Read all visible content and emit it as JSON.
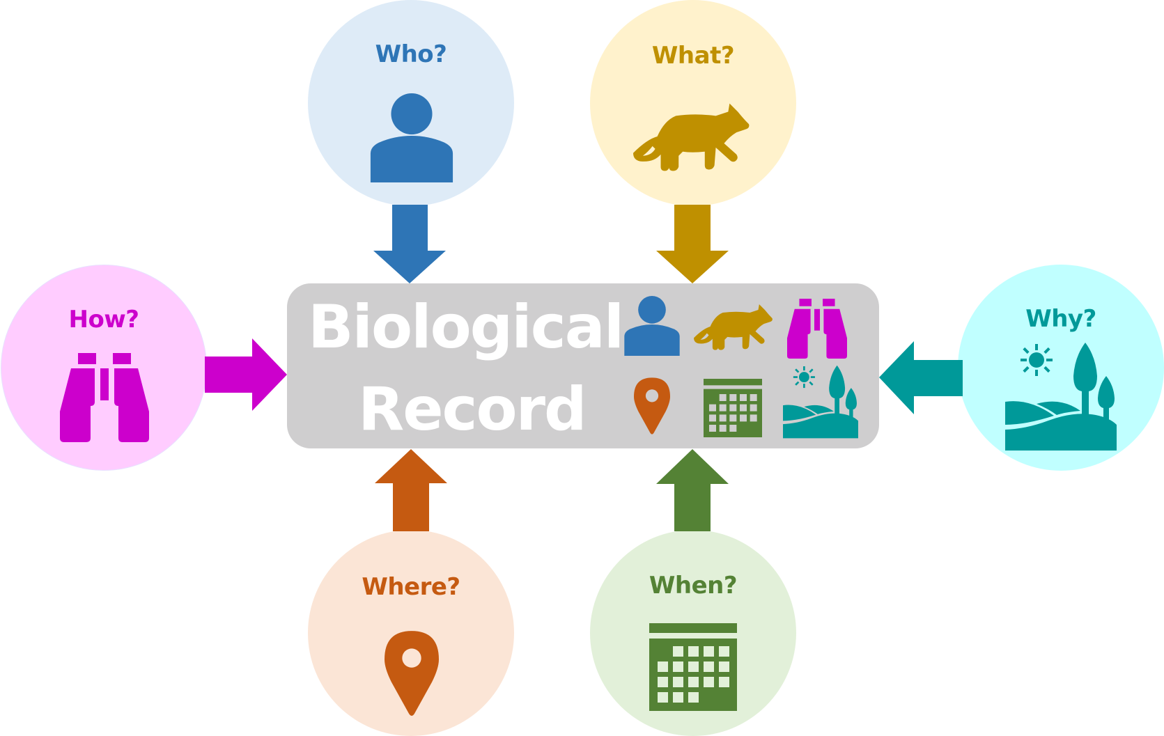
{
  "diagram": {
    "title_line1": "Biological",
    "title_line2": "Record",
    "center_box_color": "#cfcecf",
    "nodes": [
      {
        "id": "who",
        "label": "Who?",
        "icon": "person-icon",
        "color": "#2e75b6",
        "bg": "#deebf7"
      },
      {
        "id": "what",
        "label": "What?",
        "icon": "fox-icon",
        "color": "#bf9000",
        "bg": "#fff2cc"
      },
      {
        "id": "how",
        "label": "How?",
        "icon": "binoculars-icon",
        "color": "#cc00cc",
        "bg": "#ffccff"
      },
      {
        "id": "why",
        "label": "Why?",
        "icon": "landscape-icon",
        "color": "#009999",
        "bg": "#c0ffff"
      },
      {
        "id": "where",
        "label": "Where?",
        "icon": "map-pin-icon",
        "color": "#c55a11",
        "bg": "#fbe5d6"
      },
      {
        "id": "when",
        "label": "When?",
        "icon": "calendar-icon",
        "color": "#548235",
        "bg": "#e2f0d9"
      }
    ],
    "edges": [
      {
        "from": "who",
        "to": "record",
        "direction": "down"
      },
      {
        "from": "what",
        "to": "record",
        "direction": "down"
      },
      {
        "from": "how",
        "to": "record",
        "direction": "right"
      },
      {
        "from": "why",
        "to": "record",
        "direction": "left"
      },
      {
        "from": "where",
        "to": "record",
        "direction": "up"
      },
      {
        "from": "when",
        "to": "record",
        "direction": "up"
      }
    ]
  }
}
